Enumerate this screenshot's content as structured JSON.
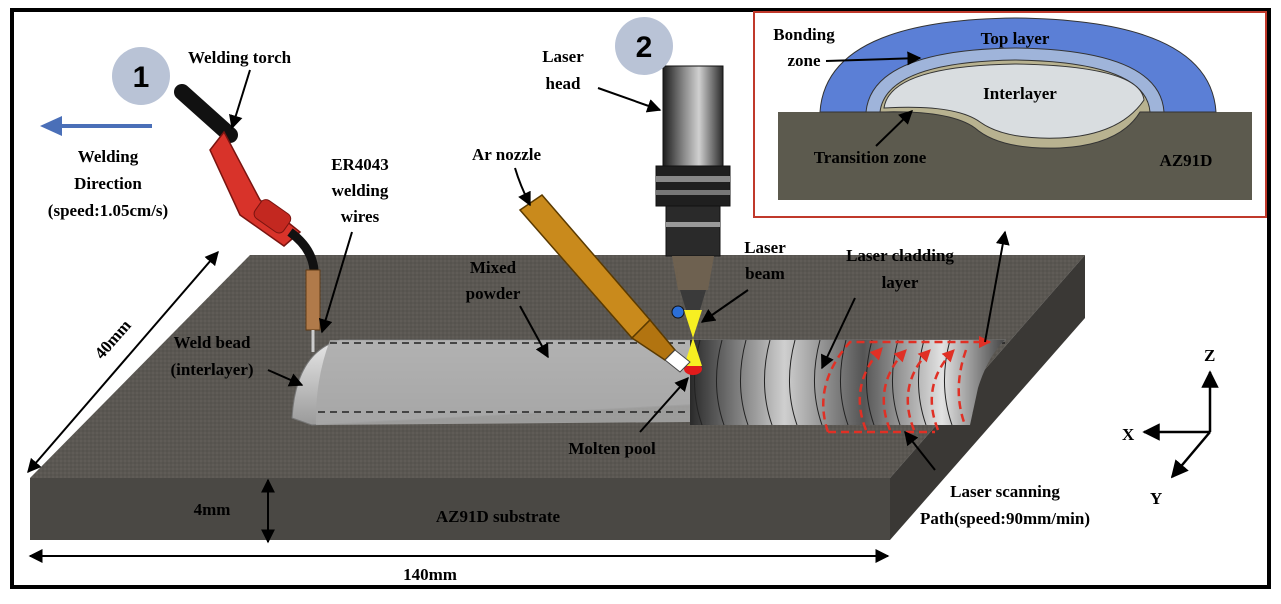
{
  "badges": {
    "one": "1",
    "two": "2"
  },
  "labels": {
    "welding_torch": "Welding torch",
    "welding_direction": [
      "Welding",
      "Direction",
      "(speed:1.05cm/s)"
    ],
    "er4043": [
      "ER4043",
      "welding",
      "wires"
    ],
    "ar_nozzle": "Ar nozzle",
    "laser_head": [
      "Laser",
      "head"
    ],
    "laser_beam": [
      "Laser",
      "beam"
    ],
    "mixed_powder": [
      "Mixed",
      "powder"
    ],
    "laser_cladding_layer": [
      "Laser cladding",
      "layer"
    ],
    "weld_bead": [
      "Weld bead",
      "(interlayer)"
    ],
    "molten_pool": "Molten pool",
    "laser_scanning_path": [
      "Laser scanning",
      "Path(speed:90mm/min)"
    ],
    "substrate": "AZ91D substrate",
    "dim_40": "40mm",
    "dim_4": "4mm",
    "dim_140": "140mm",
    "axis_x": "X",
    "axis_y": "Y",
    "axis_z": "Z"
  },
  "inset": {
    "top_layer": "Top layer",
    "bonding_zone": [
      "Bonding",
      "zone"
    ],
    "interlayer": "Interlayer",
    "transition_zone": "Transition zone",
    "az91d": "AZ91D"
  },
  "colors": {
    "plate_top": "#5a5752",
    "plate_front": "#4a4844",
    "plate_side": "#3a3835",
    "inset_border": "#c0392b",
    "top_layer": "#5b7fd6",
    "bonding_zone": "#9fb4da",
    "interlayer": "#d9dde0",
    "transition_zone": "#b8b290",
    "substrate_inset": "#5c5a4e",
    "torch_red": "#d8332a",
    "nozzle": "#c98a1c",
    "direction_arrow": "#4a6fb8",
    "scan_path": "#e03025",
    "badge_fill": "#b9c3d6"
  }
}
